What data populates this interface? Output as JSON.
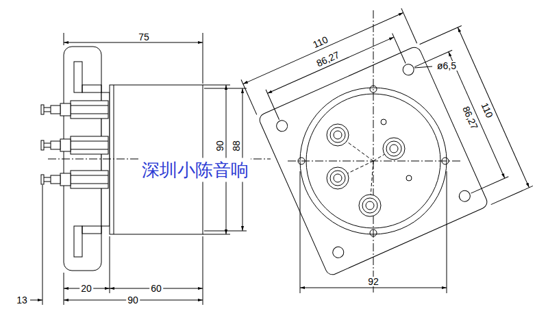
{
  "diagram": {
    "labels": [
      "75",
      "110",
      "86,27",
      "ø6,5",
      "86,27",
      "110",
      "90",
      "88",
      "92",
      "13",
      "20",
      "60",
      "90",
      "深圳小陈音响"
    ]
  }
}
